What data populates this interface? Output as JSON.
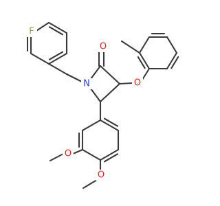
{
  "molecule": {
    "atoms": {
      "fluorine": "F",
      "nitrogen": "N",
      "carbonyl_oxygen": "O",
      "ether_oxygen": "O",
      "methoxy_oxygen_upper": "O",
      "methoxy_oxygen_lower": "O"
    },
    "colors": {
      "bond": "#3a3a3a",
      "fluorine": "#7fa85a",
      "nitrogen": "#2b3fd6",
      "oxygen": "#e0281c"
    }
  }
}
